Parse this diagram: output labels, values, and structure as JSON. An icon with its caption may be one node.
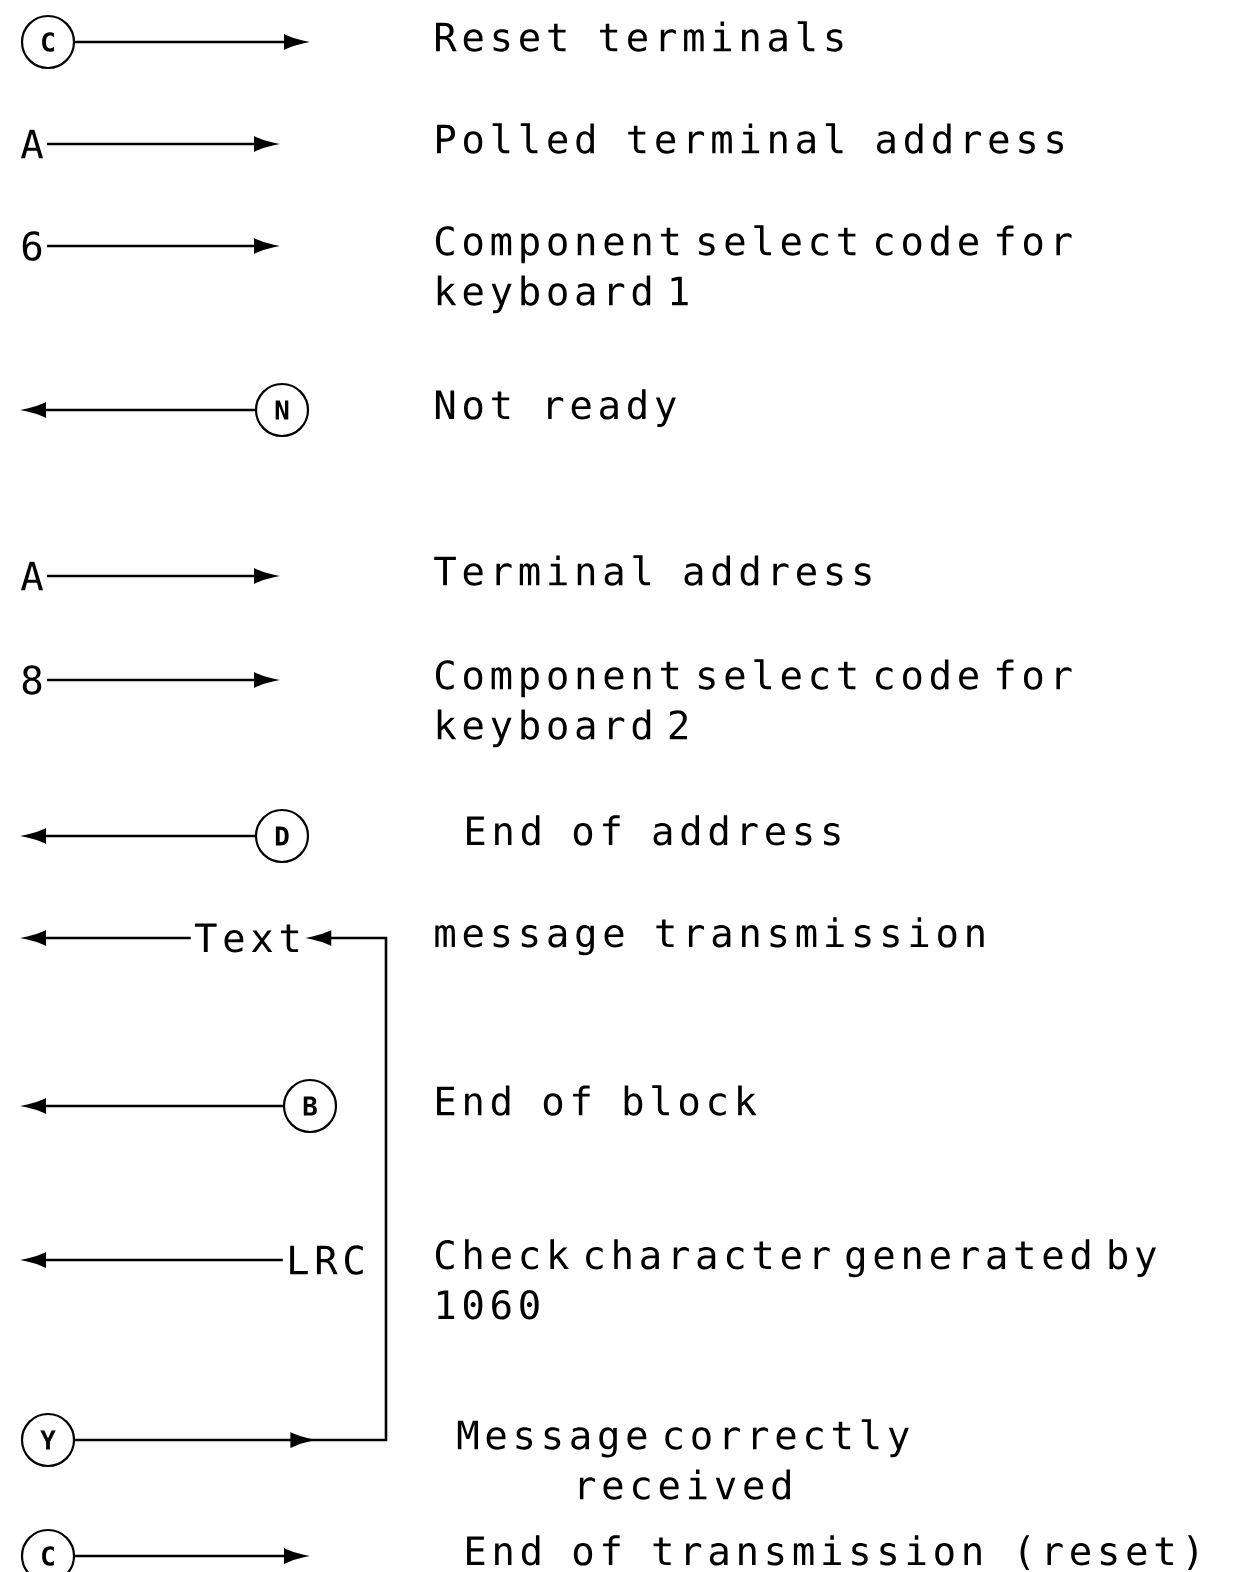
{
  "diagram": {
    "nodes": [
      {
        "text": [
          "C"
        ]
      },
      {
        "text": [
          "A"
        ]
      },
      {
        "text": [
          "6"
        ]
      },
      {
        "text": [
          "N"
        ]
      },
      {
        "text": [
          "A"
        ]
      },
      {
        "text": [
          "8"
        ]
      },
      {
        "text": [
          "D"
        ]
      },
      {
        "text": [
          "Text"
        ]
      },
      {
        "text": [
          "B"
        ]
      },
      {
        "text": [
          "LRC"
        ]
      },
      {
        "text": [
          "Y"
        ]
      },
      {
        "text": [
          "C"
        ]
      }
    ],
    "edges": [
      {
        "from": 0,
        "to": null,
        "arrow": "to"
      },
      {
        "from": 1,
        "to": null,
        "arrow": "to"
      },
      {
        "from": 2,
        "to": null,
        "arrow": "to"
      },
      {
        "from": 3,
        "to": null,
        "arrow": "to"
      },
      {
        "from": 4,
        "to": null,
        "arrow": "to"
      },
      {
        "from": 5,
        "to": null,
        "arrow": "to"
      },
      {
        "from": 6,
        "to": null,
        "arrow": "to"
      },
      {
        "from": 7,
        "to": null,
        "arrow": "to"
      },
      {
        "from": 8,
        "to": null,
        "arrow": "to"
      },
      {
        "from": 9,
        "to": null,
        "arrow": "to"
      },
      {
        "from": 10,
        "to": 7,
        "arrow": "to"
      },
      {
        "from": 11,
        "to": null,
        "arrow": "to"
      }
    ],
    "labels": [
      "Reset terminals",
      "Polled terminal address",
      "Component select code for keyboard 1",
      "Not ready",
      "Terminal address",
      "Component select code for keyboard 2",
      "End of address",
      "message transmission",
      "End of block",
      "Check character generated by 1060",
      "Message correctly received",
      "End of transmission (reset)"
    ]
  }
}
